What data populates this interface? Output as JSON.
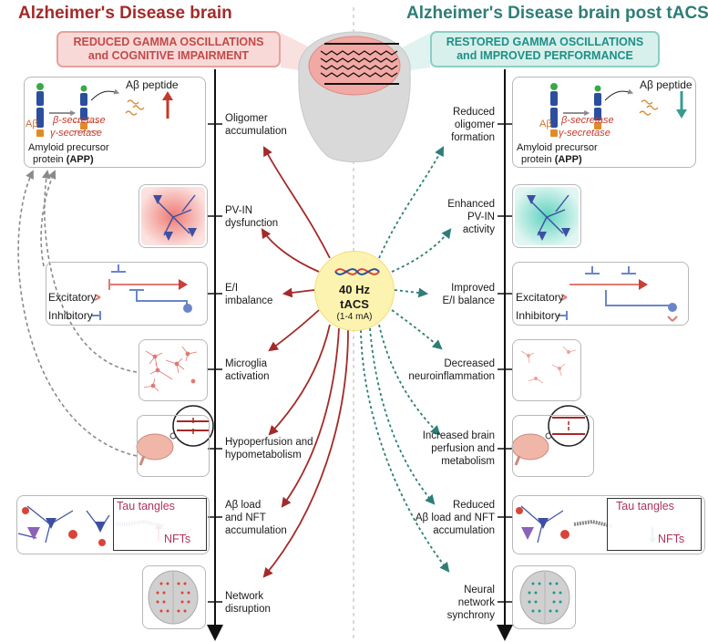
{
  "left": {
    "title": "Alzheimer's Disease brain",
    "banner": [
      "REDUCED GAMMA OSCILLATIONS",
      "and COGNITIVE IMPAIRMENT"
    ],
    "items": [
      [
        "Oligomer",
        "accumulation"
      ],
      [
        "PV-IN",
        "dysfunction"
      ],
      [
        "E/I",
        "imbalance"
      ],
      [
        "Microglia",
        "activation"
      ],
      [
        "Hypoperfusion and",
        "hypometabolism"
      ],
      [
        "Aβ load",
        "and NFT",
        "accumulation"
      ],
      [
        "Network",
        "disruption"
      ]
    ]
  },
  "right": {
    "title": "Alzheimer's Disease brain post tACS",
    "banner": [
      "RESTORED GAMMA OSCILLATIONS",
      "and IMPROVED PERFORMANCE"
    ],
    "items": [
      [
        "Reduced",
        "oligomer",
        "formation"
      ],
      [
        "Enhanced",
        "PV-IN",
        "activity"
      ],
      [
        "Improved",
        "E/I balance"
      ],
      [
        "Decreased",
        "neuroinflammation"
      ],
      [
        "Increased brain",
        "perfusion and",
        "metabolism"
      ],
      [
        "Reduced",
        "Aβ load and NFT",
        "accumulation"
      ],
      [
        "Neural",
        "network",
        "synchrony"
      ]
    ]
  },
  "center": {
    "line1": "40 Hz",
    "line2": "tACS",
    "line3": "(1-4 mA)"
  },
  "app_panel": {
    "peptide": "Aβ peptide",
    "abeta": "Aβ",
    "beta_secretase": "β-secretase",
    "gamma_secretase": "γ-secretase",
    "app_line1": "Amyloid precursor",
    "app_line2_prefix": "protein ",
    "app_line2_bold": "(APP)"
  },
  "ei_panel": {
    "excitatory": "Excitatory",
    "inhibitory": "Inhibitory"
  },
  "tau_panel": {
    "tau": "Tau tangles",
    "nfts": "NFTs"
  },
  "colors": {
    "red": "#a32a2a",
    "teal": "#2e7d77",
    "center_fill": "#fdf3b0"
  }
}
